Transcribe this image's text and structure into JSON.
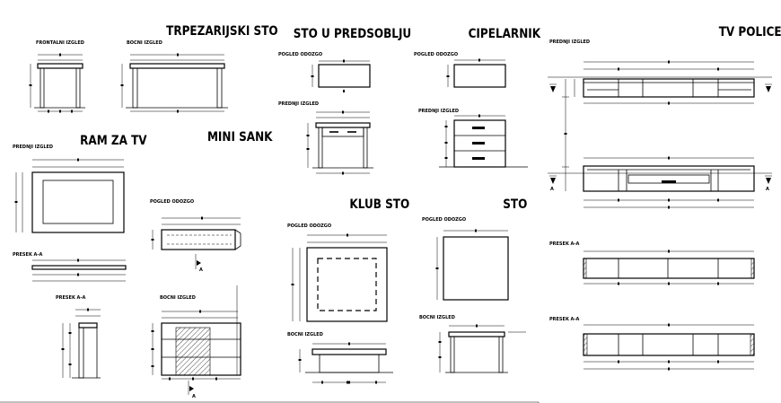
{
  "titles": {
    "trpezarijski_sto": "TRPEZARIJSKI STO",
    "sto_u_predsoblju": "STO U PREDSOBLJU",
    "cipelarnik": "CIPELARNIK",
    "tv_police": "TV POLICE",
    "ram_za_tv": "RAM ZA TV",
    "mini_sank": "MINI SANK",
    "klub_sto": "KLUB STO",
    "sto": "STO"
  },
  "labels": {
    "frontalni_izgled": "FRONTALNI IZGLED",
    "bocni_izgled": "BOCNI IZGLED",
    "pogled_odozgo": "POGLED ODOZGO",
    "prednji_izgled": "PREDNJI IZGLED",
    "presek_a_a": "PRESEK A-A",
    "section_marker": "A"
  }
}
